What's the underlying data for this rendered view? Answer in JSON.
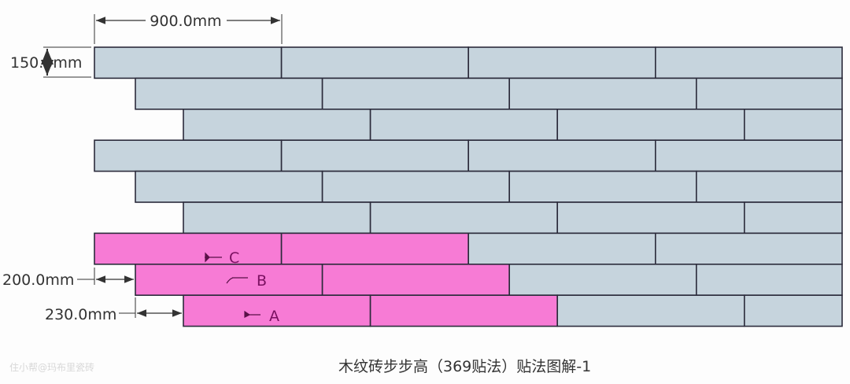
{
  "dimensions": {
    "tile_length": "900.0mm",
    "tile_height": "150.0mm",
    "offset_b": "200.0mm",
    "offset_a": "230.0mm"
  },
  "tile_labels": [
    "C",
    "B",
    "A"
  ],
  "caption": "木纹砖步步高（369贴法）贴法图解-1",
  "watermark": "住小帮@玛布里瓷砖",
  "colors": {
    "tile": "#c6d4dd",
    "highlight": "#f77bd5",
    "grout": "#2b2b3b"
  }
}
